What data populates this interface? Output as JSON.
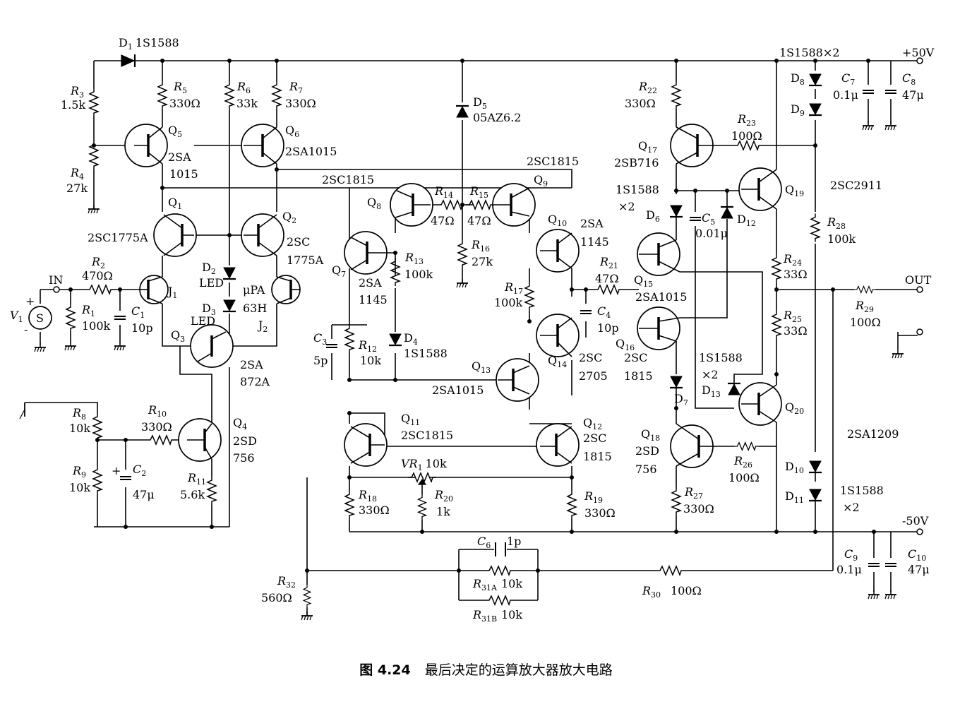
{
  "figure": {
    "number": "图 4.24",
    "caption": "最后决定的运算放大器放大电路"
  },
  "rails": {
    "positive": "+50V",
    "negative": "-50V"
  },
  "ports": {
    "input": "IN",
    "output": "OUT"
  },
  "source": {
    "name": "V",
    "sub": "1",
    "symbol": "S",
    "plus": "+",
    "minus": "-"
  },
  "resistors": [
    {
      "ref": "R",
      "sub": "1",
      "value": "100k"
    },
    {
      "ref": "R",
      "sub": "2",
      "value": "470Ω"
    },
    {
      "ref": "R",
      "sub": "3",
      "value": "1.5k"
    },
    {
      "ref": "R",
      "sub": "4",
      "value": "27k"
    },
    {
      "ref": "R",
      "sub": "5",
      "value": "330Ω"
    },
    {
      "ref": "R",
      "sub": "6",
      "value": "33k"
    },
    {
      "ref": "R",
      "sub": "7",
      "value": "330Ω"
    },
    {
      "ref": "R",
      "sub": "8",
      "value": "10k"
    },
    {
      "ref": "R",
      "sub": "9",
      "value": "10k"
    },
    {
      "ref": "R",
      "sub": "10",
      "value": "330Ω"
    },
    {
      "ref": "R",
      "sub": "11",
      "value": "5.6k"
    },
    {
      "ref": "R",
      "sub": "12",
      "value": "10k"
    },
    {
      "ref": "R",
      "sub": "13",
      "value": "100k"
    },
    {
      "ref": "R",
      "sub": "14",
      "value": "47Ω"
    },
    {
      "ref": "R",
      "sub": "15",
      "value": "47Ω"
    },
    {
      "ref": "R",
      "sub": "16",
      "value": "27k"
    },
    {
      "ref": "R",
      "sub": "17",
      "value": "100k"
    },
    {
      "ref": "R",
      "sub": "18",
      "value": "330Ω"
    },
    {
      "ref": "R",
      "sub": "19",
      "value": "330Ω"
    },
    {
      "ref": "R",
      "sub": "20",
      "value": "1k"
    },
    {
      "ref": "R",
      "sub": "21",
      "value": "47Ω"
    },
    {
      "ref": "R",
      "sub": "22",
      "value": "330Ω"
    },
    {
      "ref": "R",
      "sub": "23",
      "value": "100Ω"
    },
    {
      "ref": "R",
      "sub": "24",
      "value": "33Ω"
    },
    {
      "ref": "R",
      "sub": "25",
      "value": "33Ω"
    },
    {
      "ref": "R",
      "sub": "26",
      "value": "100Ω"
    },
    {
      "ref": "R",
      "sub": "27",
      "value": "330Ω"
    },
    {
      "ref": "R",
      "sub": "28",
      "value": "100k"
    },
    {
      "ref": "R",
      "sub": "29",
      "value": "100Ω"
    },
    {
      "ref": "R",
      "sub": "30",
      "value": "100Ω"
    },
    {
      "ref": "R",
      "sub": "31A",
      "value": "10k"
    },
    {
      "ref": "R",
      "sub": "31B",
      "value": "10k"
    },
    {
      "ref": "R",
      "sub": "32",
      "value": "560Ω"
    }
  ],
  "vr1": {
    "ref": "VR",
    "sub": "1",
    "value": "10k"
  },
  "capacitors": [
    {
      "ref": "C",
      "sub": "1",
      "value": "10p"
    },
    {
      "ref": "C",
      "sub": "2",
      "value": "47μ"
    },
    {
      "ref": "C",
      "sub": "3",
      "value": "5p"
    },
    {
      "ref": "C",
      "sub": "4",
      "value": "10p"
    },
    {
      "ref": "C",
      "sub": "5",
      "value": "0.01μ"
    },
    {
      "ref": "C",
      "sub": "6",
      "value": "1p"
    },
    {
      "ref": "C",
      "sub": "7",
      "value": "0.1μ"
    },
    {
      "ref": "C",
      "sub": "8",
      "value": "47μ"
    },
    {
      "ref": "C",
      "sub": "9",
      "value": "0.1μ"
    },
    {
      "ref": "C",
      "sub": "10",
      "value": "47μ"
    }
  ],
  "diodes": {
    "d1": {
      "ref": "D",
      "sub": "1",
      "part": "1S1588"
    },
    "d2": {
      "ref": "D",
      "sub": "2",
      "part": "LED"
    },
    "d3": {
      "ref": "D",
      "sub": "3",
      "part": "LED"
    },
    "d4": {
      "ref": "D",
      "sub": "4",
      "part": "1S1588"
    },
    "d5": {
      "ref": "D",
      "sub": "5",
      "part": "05AZ6.2"
    },
    "d6": {
      "ref": "D",
      "sub": "6"
    },
    "d7": {
      "ref": "D",
      "sub": "7"
    },
    "d8": {
      "ref": "D",
      "sub": "8"
    },
    "d9": {
      "ref": "D",
      "sub": "9"
    },
    "d10": {
      "ref": "D",
      "sub": "10"
    },
    "d11": {
      "ref": "D",
      "sub": "11"
    },
    "d12": {
      "ref": "D",
      "sub": "12"
    },
    "d13": {
      "ref": "D",
      "sub": "13"
    },
    "part_top": "1S1588×2",
    "part_1s1588": "1S1588",
    "times2": "×2"
  },
  "transistors": {
    "q1": {
      "ref": "Q",
      "sub": "1",
      "part": "2SC1775A"
    },
    "q2": {
      "ref": "Q",
      "sub": "2",
      "part_a": "2SC",
      "part_b": "1775A"
    },
    "q3": {
      "ref": "Q",
      "sub": "3",
      "part_a": "2SA",
      "part_b": "872A"
    },
    "q4": {
      "ref": "Q",
      "sub": "4",
      "part_a": "2SD",
      "part_b": "756"
    },
    "q5": {
      "ref": "Q",
      "sub": "5",
      "part_a": "2SA",
      "part_b": "1015"
    },
    "q6": {
      "ref": "Q",
      "sub": "6",
      "part": "2SA1015"
    },
    "q7": {
      "ref": "Q",
      "sub": "7",
      "part_a": "2SA",
      "part_b": "1145"
    },
    "q8": {
      "ref": "Q",
      "sub": "8",
      "part": "2SC1815"
    },
    "q9": {
      "ref": "Q",
      "sub": "9",
      "part": "2SC1815"
    },
    "q10": {
      "ref": "Q",
      "sub": "10",
      "part_a": "2SA",
      "part_b": "1145"
    },
    "q11": {
      "ref": "Q",
      "sub": "11",
      "part": "2SC1815"
    },
    "q12": {
      "ref": "Q",
      "sub": "12",
      "part_a": "2SC",
      "part_b": "1815"
    },
    "q13": {
      "ref": "Q",
      "sub": "13",
      "part": "2SA1015"
    },
    "q14": {
      "ref": "Q",
      "sub": "14",
      "part_a": "2SC",
      "part_b": "2705"
    },
    "q15": {
      "ref": "Q",
      "sub": "15",
      "part": "2SA1015"
    },
    "q16": {
      "ref": "Q",
      "sub": "16",
      "part_a": "2SC",
      "part_b": "1815"
    },
    "q17": {
      "ref": "Q",
      "sub": "17",
      "part": "2SB716"
    },
    "q18": {
      "ref": "Q",
      "sub": "18",
      "part_a": "2SD",
      "part_b": "756"
    },
    "q19": {
      "ref": "Q",
      "sub": "19",
      "part": "2SC2911"
    },
    "q20": {
      "ref": "Q",
      "sub": "20",
      "part": "2SA1209"
    }
  },
  "fets": {
    "j1": {
      "ref": "J",
      "sub": "1"
    },
    "j2": {
      "ref": "J",
      "sub": "2",
      "part_a": "μPA",
      "part_b": "63H"
    }
  }
}
